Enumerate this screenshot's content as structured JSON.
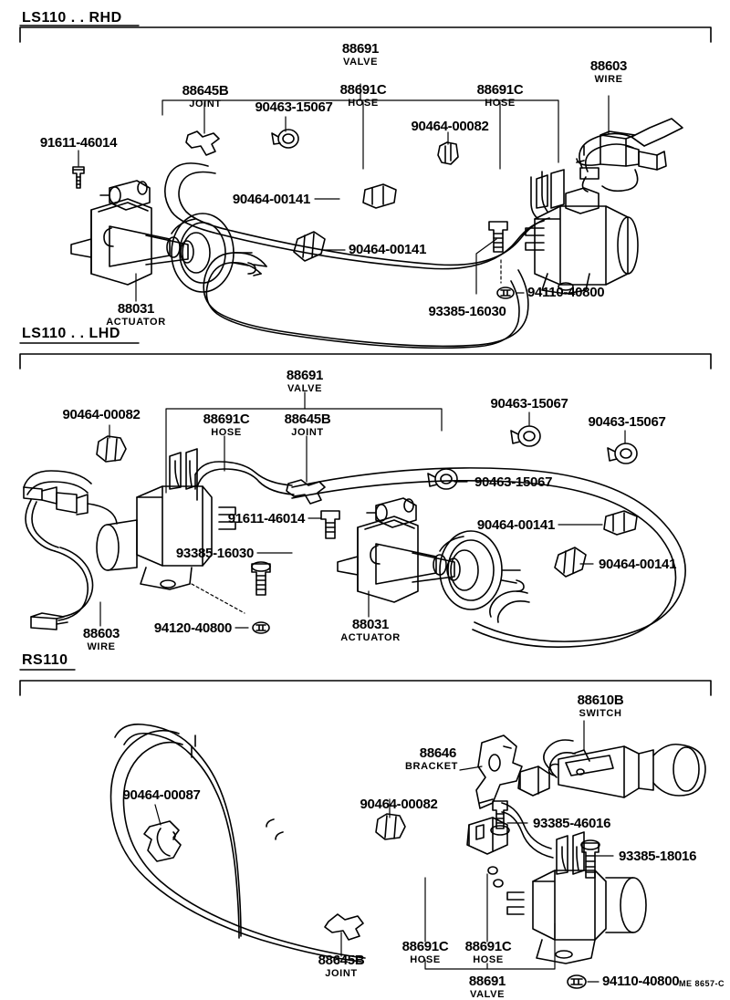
{
  "document": {
    "title": "Toyota Cruise Control Vacuum Actuator Parts Diagram",
    "footer_code": "ME 8657-C"
  },
  "sections": [
    {
      "id": "rhd",
      "label": "LS110 . . RHD"
    },
    {
      "id": "lhd",
      "label": "LS110 . . LHD"
    },
    {
      "id": "rs110",
      "label": "RS110"
    }
  ],
  "rhd_labels": {
    "valve_main": {
      "pn": "88691",
      "sub": "VALVE"
    },
    "joint": {
      "pn": "88645B",
      "sub": "JOINT"
    },
    "clamp_15067": {
      "pn": "90463-15067",
      "sub": ""
    },
    "hose_left": {
      "pn": "88691C",
      "sub": "HOSE"
    },
    "hose_right": {
      "pn": "88691C",
      "sub": "HOSE"
    },
    "clip_00082": {
      "pn": "90464-00082",
      "sub": ""
    },
    "wire": {
      "pn": "88603",
      "sub": "WIRE"
    },
    "bolt_91611": {
      "pn": "91611-46014",
      "sub": ""
    },
    "clip_00141_a": {
      "pn": "90464-00141",
      "sub": ""
    },
    "clip_00141_b": {
      "pn": "90464-00141",
      "sub": ""
    },
    "actuator": {
      "pn": "88031",
      "sub": "ACTUATOR"
    },
    "bolt_93385": {
      "pn": "93385-16030",
      "sub": ""
    },
    "nut_94110": {
      "pn": "94110-40800",
      "sub": ""
    }
  },
  "lhd_labels": {
    "valve_main": {
      "pn": "88691",
      "sub": "VALVE"
    },
    "clip_00082": {
      "pn": "90464-00082",
      "sub": ""
    },
    "hose": {
      "pn": "88691C",
      "sub": "HOSE"
    },
    "joint": {
      "pn": "88645B",
      "sub": "JOINT"
    },
    "clamp_top": {
      "pn": "90463-15067",
      "sub": ""
    },
    "clamp_right": {
      "pn": "90463-15067",
      "sub": ""
    },
    "clamp_mid": {
      "pn": "90463-15067",
      "sub": ""
    },
    "bolt_91611": {
      "pn": "91611-46014",
      "sub": ""
    },
    "bolt_93385": {
      "pn": "93385-16030",
      "sub": ""
    },
    "clip_00141_a": {
      "pn": "90464-00141",
      "sub": ""
    },
    "clip_00141_b": {
      "pn": "90464-00141",
      "sub": ""
    },
    "wire": {
      "pn": "88603",
      "sub": "WIRE"
    },
    "nut_94120": {
      "pn": "94120-40800",
      "sub": ""
    },
    "actuator": {
      "pn": "88031",
      "sub": "ACTUATOR"
    }
  },
  "rs110_labels": {
    "switch": {
      "pn": "88610B",
      "sub": "SWITCH"
    },
    "bracket": {
      "pn": "88646",
      "sub": "BRACKET"
    },
    "clip_00082": {
      "pn": "90464-00082",
      "sub": ""
    },
    "clip_00087": {
      "pn": "90464-00087",
      "sub": ""
    },
    "bolt_46016": {
      "pn": "93385-46016",
      "sub": ""
    },
    "bolt_18016": {
      "pn": "93385-18016",
      "sub": ""
    },
    "joint": {
      "pn": "88645B",
      "sub": "JOINT"
    },
    "hose_left": {
      "pn": "88691C",
      "sub": "HOSE"
    },
    "hose_right": {
      "pn": "88691C",
      "sub": "HOSE"
    },
    "valve": {
      "pn": "88691",
      "sub": "VALVE"
    },
    "nut_94110": {
      "pn": "94110-40800",
      "sub": ""
    }
  },
  "colors": {
    "line": "#000000",
    "background": "#ffffff"
  }
}
